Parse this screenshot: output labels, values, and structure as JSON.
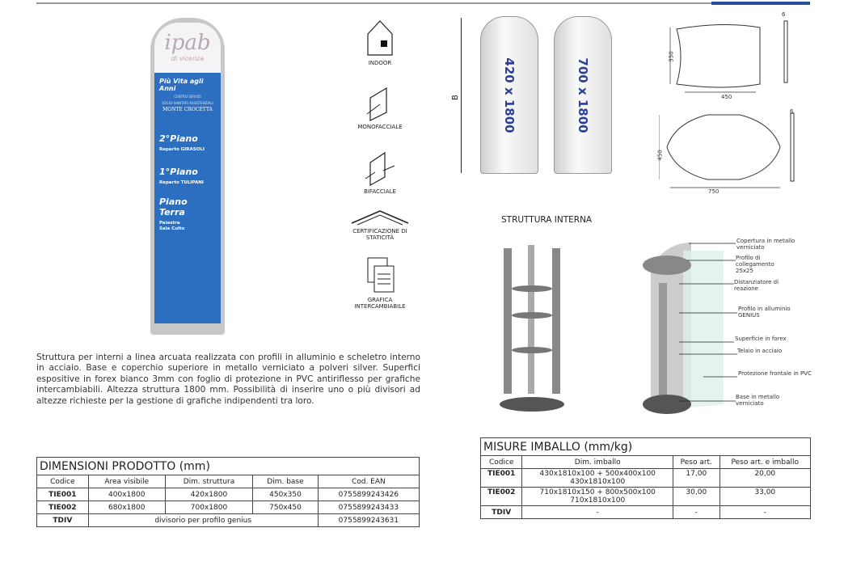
{
  "product_image": {
    "logo": "ipab",
    "logo_sub": "di vicenza",
    "slogan": "Più Vita agli Anni",
    "small1": "CENTRO SERVIZI",
    "small2": "SOCIO-SANITARI ASSISTENZIALI",
    "center": "MONTE CROCETTA",
    "floor2": "2°Piano",
    "floor2_dept": "Reparto GIRASOLI",
    "floor1": "1°Piano",
    "floor1_dept": "Reparto TULIPANI",
    "ground": "Piano Terra",
    "ground_1": "Palestra",
    "ground_2": "Sala Culto"
  },
  "icons": [
    {
      "name": "house-icon",
      "label": "INDOOR"
    },
    {
      "name": "single-side-icon",
      "label": "MONOFACCIALE"
    },
    {
      "name": "double-side-icon",
      "label": "BIFACCIALE"
    },
    {
      "name": "certificate-icon",
      "label": "CERTIFICAZIONE DI STATICITÀ"
    },
    {
      "name": "graphics-swap-icon",
      "label": "GRAFICA INTERCAMBIABILE"
    }
  ],
  "models": {
    "m1": "420 x 1800",
    "m2": "700 x 1800",
    "height_label": "B"
  },
  "drawings": {
    "d1_w": "450",
    "d1_h": "350",
    "d1_t": "6",
    "d2_w": "750",
    "d2_h": "450",
    "d2_t": "6"
  },
  "structure": {
    "title": "STRUTTURA INTERNA",
    "labels": [
      "Copertura in metallo verniciato",
      "Profilo di collegamento 25x25",
      "Distanziatore di reazione",
      "Profilo in alluminio GENIUS",
      "Superficie in forex",
      "Telaio in acciaio",
      "Protezione frontale in PVC",
      "Base in metallo verniciato"
    ]
  },
  "description": "Struttura per interni a linea arcuata realizzata con profili in alluminio e scheletro interno in acciaio. Base e coperchio superiore in metallo verniciato a polveri silver. Superfici espositive in forex bianco 3mm con foglio di protezione in PVC antiriflesso per grafiche intercambiabili. Altezza struttura 1800 mm. Possibilità di inserire uno o più divisori ad altezze richieste per la gestione di grafiche indipendenti tra loro.",
  "dim_table": {
    "title": "DIMENSIONI PRODOTTO (mm)",
    "headers": [
      "Codice",
      "Area visibile",
      "Dim. struttura",
      "Dim. base",
      "Cod. EAN"
    ],
    "rows": [
      [
        "TIE001",
        "400x1800",
        "420x1800",
        "450x350",
        "0755899243426"
      ],
      [
        "TIE002",
        "680x1800",
        "700x1800",
        "750x450",
        "0755899243433"
      ]
    ],
    "tdiv": {
      "code": "TDIV",
      "desc": "divisorio per profilo genius",
      "ean": "0755899243631"
    }
  },
  "pack_table": {
    "title": "MISURE IMBALLO (mm/kg)",
    "headers": [
      "Codice",
      "Dim. imballo",
      "Peso art.",
      "Peso art. e imballo"
    ],
    "rows": [
      [
        "TIE001",
        "430x1810x100 + 500x400x100",
        "430x1810x100",
        "17,00",
        "20,00"
      ],
      [
        "TIE002",
        "710x1810x150 + 800x500x100",
        "710x1810x100",
        "30,00",
        "33,00"
      ],
      [
        "TDIV",
        "-",
        "",
        "-",
        "-"
      ]
    ]
  }
}
